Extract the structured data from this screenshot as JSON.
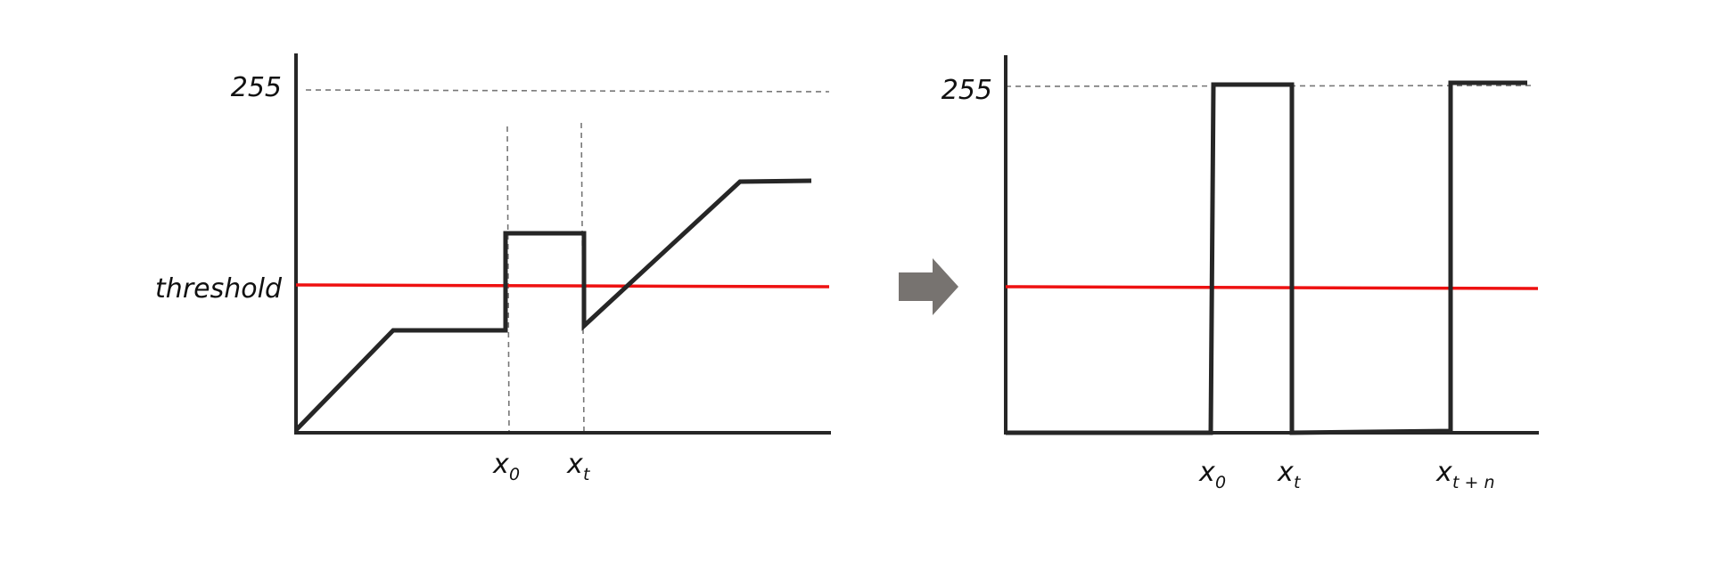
{
  "left_panel": {
    "y_labels": {
      "max": "255",
      "threshold": "threshold"
    },
    "x_labels": [
      {
        "base": "x",
        "sub": "0"
      },
      {
        "base": "x",
        "sub": "t"
      }
    ]
  },
  "right_panel": {
    "y_labels": {
      "max": "255"
    },
    "x_labels": [
      {
        "base": "x",
        "sub": "0"
      },
      {
        "base": "x",
        "sub": "t"
      },
      {
        "base": "x",
        "sub": "t + n"
      }
    ]
  },
  "colors": {
    "signal": "#262626",
    "threshold": "#ee1111",
    "guide": "#777777",
    "arrow": "#777370"
  },
  "arrow": {
    "icon": "right-arrow-icon"
  }
}
